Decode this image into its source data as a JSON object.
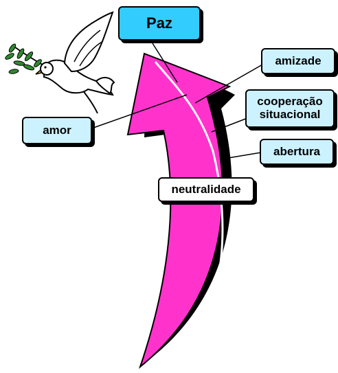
{
  "labels": {
    "top": "Paz",
    "amizade": "amizade",
    "cooperacao_line1": "cooperação",
    "cooperacao_line2": "situacional",
    "abertura": "abertura",
    "amor": "amor",
    "neutralidade": "neutralidade"
  },
  "icons": {
    "bird": "dove-with-olive-branch-icon"
  },
  "colors": {
    "arrow": "#ff33cc",
    "label_fill": "#ccf2ff",
    "title_fill": "#33ccff",
    "shadow": "#000000"
  }
}
